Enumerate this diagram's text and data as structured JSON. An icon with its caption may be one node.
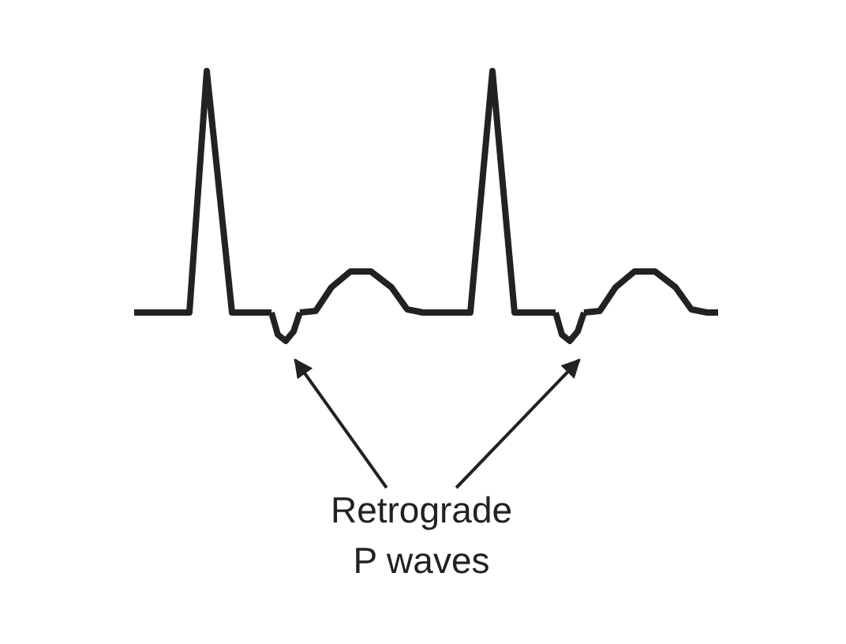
{
  "diagram": {
    "nodes": [
      {
        "text": [
          "Retrograde P waves"
        ]
      },
      {
        "text": [],
        "shape": "curve"
      },
      {
        "text": [],
        "shape": "curve"
      }
    ],
    "edges": [
      {
        "from": 0,
        "to": 1,
        "arrow": "to"
      },
      {
        "from": 0,
        "to": 2,
        "arrow": "to"
      }
    ]
  }
}
